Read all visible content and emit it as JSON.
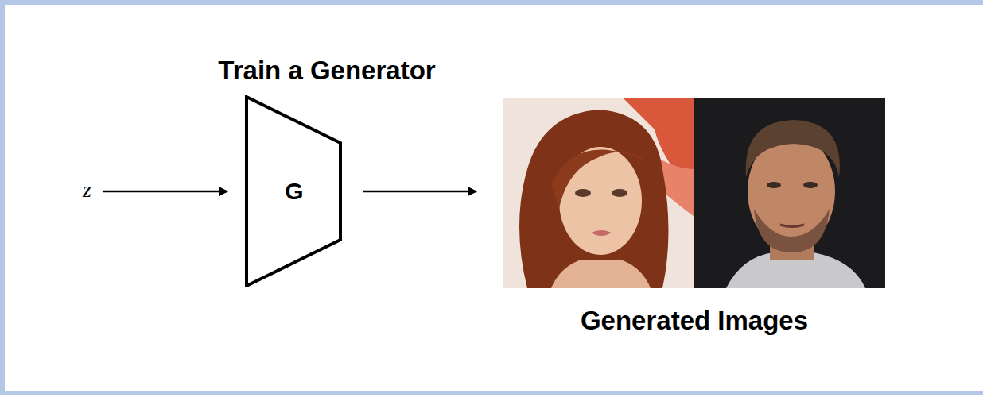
{
  "diagram": {
    "nodes": [
      {
        "text": [
          "z"
        ]
      },
      {
        "text": [
          "Train a Generator",
          "G"
        ]
      },
      {
        "text": [
          "Generated Images"
        ]
      }
    ],
    "edges": [
      {
        "from": 0,
        "to": 1,
        "arrow": "to"
      },
      {
        "from": 1,
        "to": 2,
        "arrow": "to"
      }
    ]
  }
}
